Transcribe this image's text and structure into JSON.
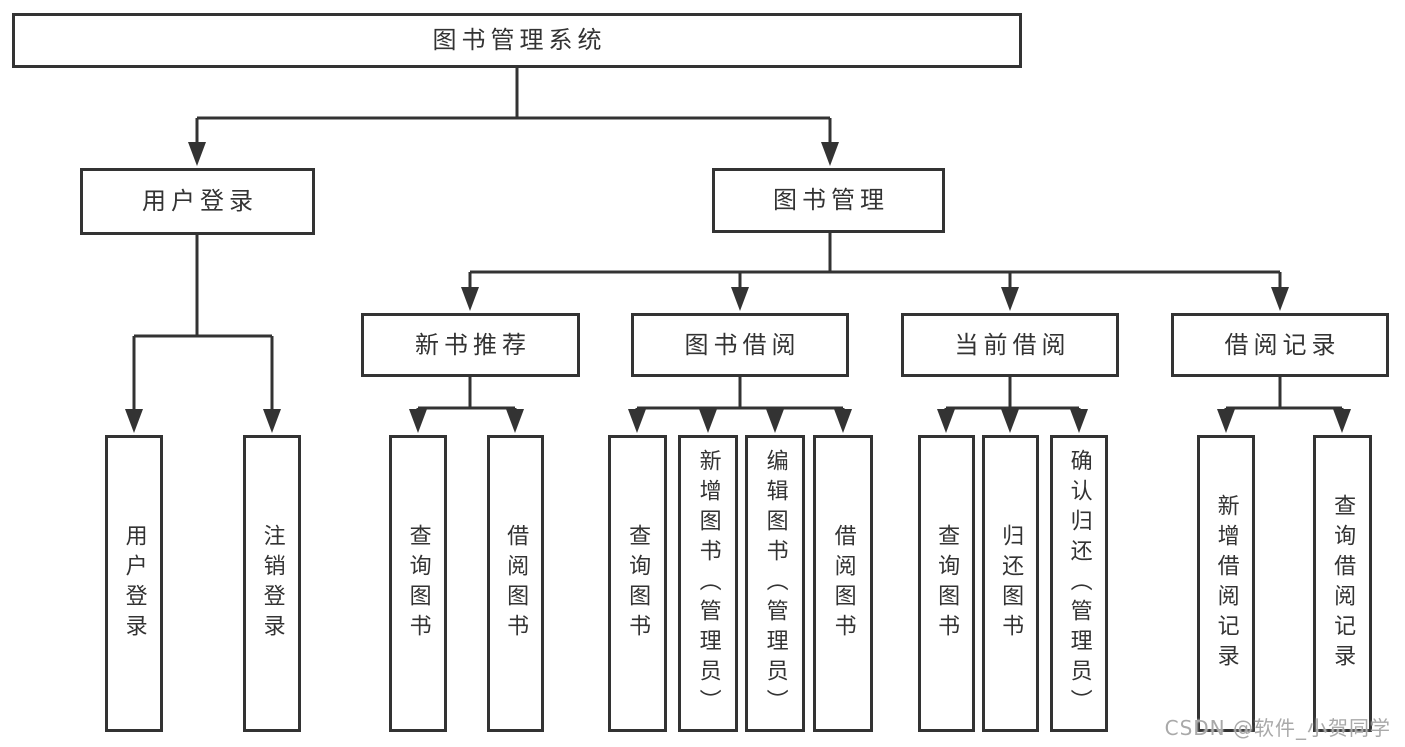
{
  "tree": {
    "label": "图书管理系统",
    "children": [
      {
        "label": "用户登录",
        "children": [
          {
            "label": "用户登录"
          },
          {
            "label": "注销登录"
          }
        ]
      },
      {
        "label": "图书管理",
        "children": [
          {
            "label": "新书推荐",
            "children": [
              {
                "label": "查询图书"
              },
              {
                "label": "借阅图书"
              }
            ]
          },
          {
            "label": "图书借阅",
            "children": [
              {
                "label": "查询图书"
              },
              {
                "label": "新增图书（管理员）"
              },
              {
                "label": "编辑图书（管理员）"
              },
              {
                "label": "借阅图书"
              }
            ]
          },
          {
            "label": "当前借阅",
            "children": [
              {
                "label": "查询图书"
              },
              {
                "label": "归还图书"
              },
              {
                "label": "确认归还（管理员）"
              }
            ]
          },
          {
            "label": "借阅记录",
            "children": [
              {
                "label": "新增借阅记录"
              },
              {
                "label": "查询借阅记录"
              }
            ]
          }
        ]
      }
    ]
  },
  "watermark": {
    "text": "CSDN @软件_小贺同学"
  },
  "colors": {
    "line": "#333333",
    "text": "#333333",
    "box_background": "#ffffff",
    "page_background": "#ffffff",
    "watermark": "#a9a9a9"
  }
}
